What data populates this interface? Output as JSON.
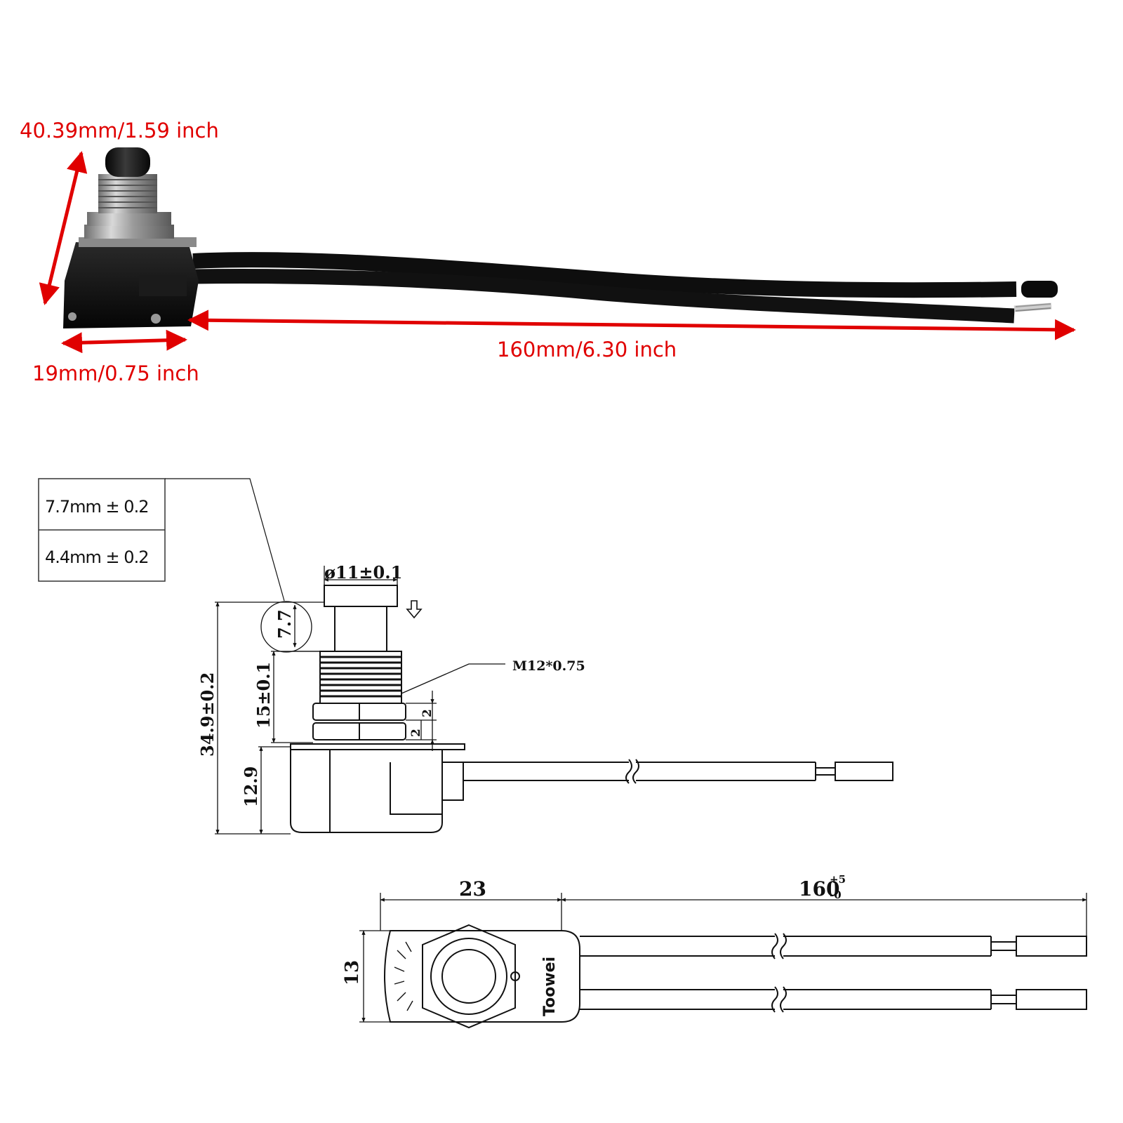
{
  "photo_dimensions": {
    "height_label": "40.39mm/1.59 inch",
    "base_width_label": "19mm/0.75 inch",
    "length_label": "160mm/6.30 inch"
  },
  "tolerance_box": {
    "rows": [
      "7.7mm ± 0.2",
      "4.4mm ± 0.2"
    ]
  },
  "side_view": {
    "cap_diameter": "ø11±0.1",
    "cap_height": "7.7",
    "thread_spec": "M12*0.75",
    "overall_height": "34.9±0.2",
    "thread_height": "15±0.1",
    "nut_thickness_top": "2",
    "nut_thickness_bottom": "2",
    "body_height": "12.9"
  },
  "top_view": {
    "body_length": "23",
    "lead_length": "160",
    "lead_tol_plus": "+5",
    "lead_tol_minus": "-0",
    "body_width": "13",
    "brand": "Toowei"
  },
  "colors": {
    "dimension_arrows": "#e00000",
    "drawing_lines": "#111111",
    "switch_body": "#151515",
    "bushing": "#a9a9a9"
  }
}
